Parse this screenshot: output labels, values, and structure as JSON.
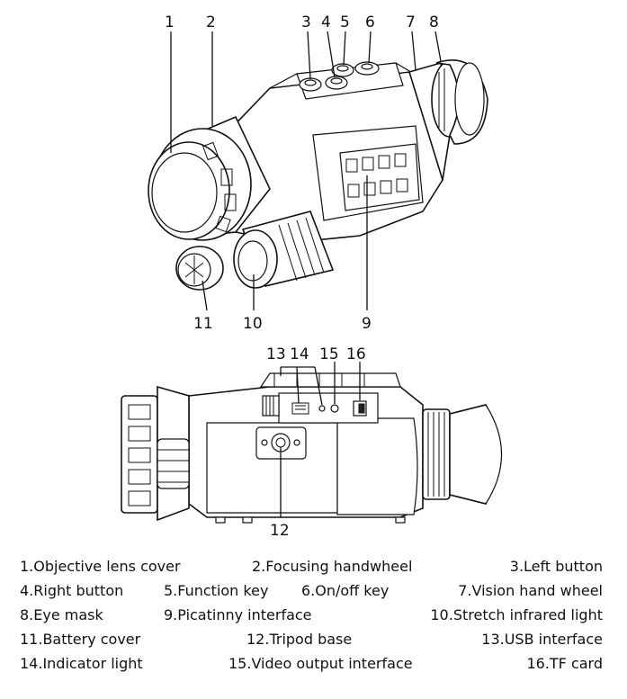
{
  "callouts": [
    "1",
    "2",
    "3",
    "4",
    "5",
    "6",
    "7",
    "8",
    "9",
    "10",
    "11",
    "12",
    "13",
    "14",
    "15",
    "16"
  ],
  "legend": [
    [
      "1.Objective lens cover",
      "2.Focusing handwheel",
      "3.Left button"
    ],
    [
      "4.Right button",
      "5.Function key",
      "6.On/off key",
      "7.Vision hand wheel"
    ],
    [
      "8.Eye mask",
      "9.Picatinny interface",
      "10.Stretch infrared light"
    ],
    [
      "11.Battery cover",
      "12.Tripod base",
      "13.USB interface"
    ],
    [
      "14.Indicator light",
      "15.Video output interface",
      "16.TF card"
    ]
  ]
}
